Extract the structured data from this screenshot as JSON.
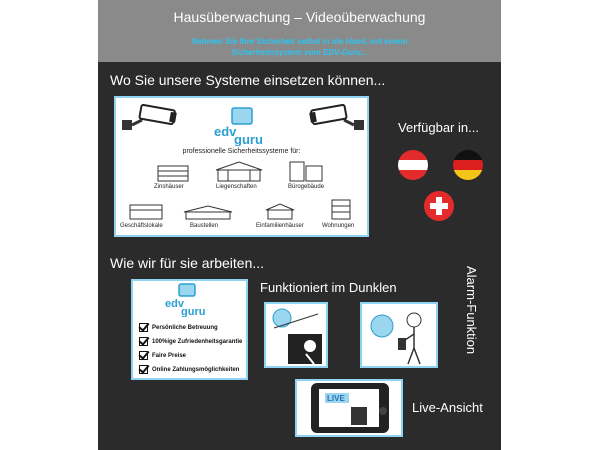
{
  "header": {
    "title": "Hausüberwachung – Videoüberwachung",
    "subtitle": "Nehmen Sie Ihre Sicherheit selbst in die Hand, mit einem Sicherheitssystem vom EDV-Guru..."
  },
  "section1": {
    "heading": "Wo Sie unsere Systeme einsetzen können...",
    "available_label": "Verfügbar in...",
    "board": {
      "logo_top": "edv",
      "logo_bottom": "guru",
      "tagline": "professionelle Sicherheitssysteme für:",
      "buildings": [
        "Zinshäuser",
        "Liegenschaften",
        "Bürogebäude",
        "Geschäftslokale",
        "Baustellen",
        "Einfamilienhäuser",
        "Wohnungen"
      ]
    },
    "flags": [
      "austria-flag",
      "germany-flag",
      "switzerland-flag"
    ]
  },
  "section2": {
    "heading": "Wie wir für sie arbeiten...",
    "dark_label": "Funktioniert im Dunklen",
    "alarm_label": "Alarm-Funktion",
    "live_label": "Live-Ansicht",
    "live_badge": "LIVE",
    "card": {
      "logo_top": "edv",
      "logo_bottom": "guru",
      "items": [
        "Persönliche Betreuung",
        "100%ige Zufriedenheitsgarantie",
        "Faire Preise",
        "Online Zahlungsmöglichkeiten"
      ]
    }
  },
  "colors": {
    "panel": "#2b2b2b",
    "header": "#8a8a8a",
    "accent": "#2ec4f0"
  }
}
